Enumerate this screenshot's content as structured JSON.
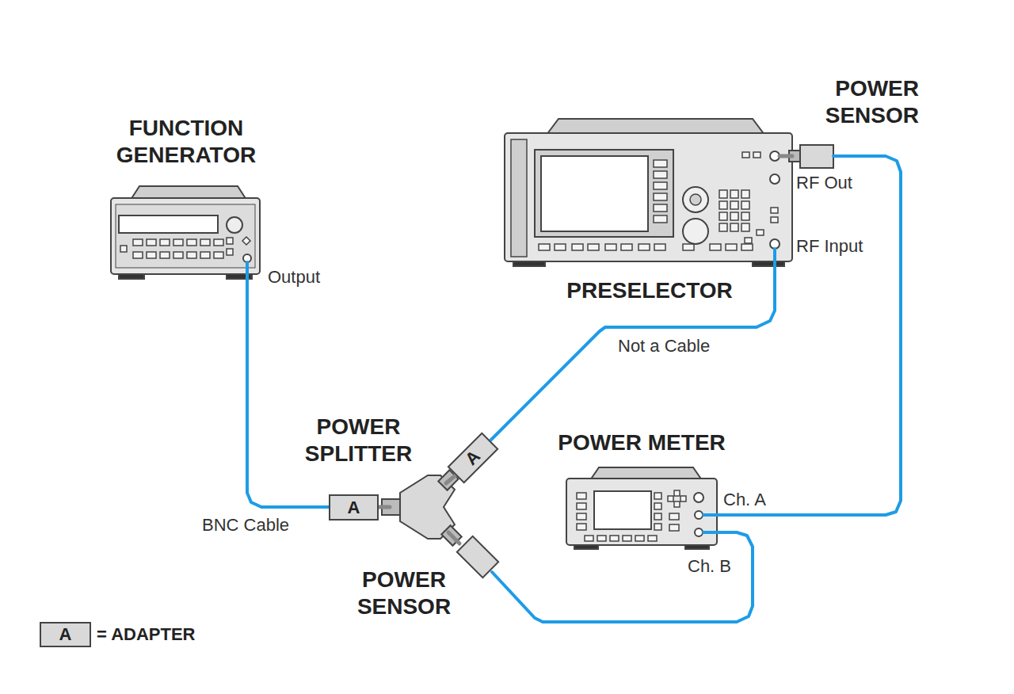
{
  "diagram": {
    "nodes": [
      {
        "text": [
          "FUNCTION GENERATOR"
        ]
      },
      {
        "text": [
          "PRESELECTOR"
        ]
      },
      {
        "text": [
          "POWER SENSOR"
        ]
      },
      {
        "text": [
          "POWER METER"
        ]
      },
      {
        "text": [
          "POWER SPLITTER"
        ]
      },
      {
        "text": [
          "POWER SENSOR"
        ]
      },
      {
        "text": [
          "A"
        ]
      },
      {
        "text": [
          "A"
        ]
      }
    ],
    "edges": [
      {
        "from": 0,
        "to": 6,
        "arrow": "none",
        "label": "BNC Cable"
      },
      {
        "from": 6,
        "to": 4,
        "arrow": "none"
      },
      {
        "from": 4,
        "to": 7,
        "arrow": "none"
      },
      {
        "from": 7,
        "to": 1,
        "arrow": "none",
        "label": "Not a Cable"
      },
      {
        "from": 1,
        "to": 2,
        "arrow": "none"
      },
      {
        "from": 2,
        "to": 3,
        "arrow": "none"
      },
      {
        "from": 4,
        "to": 5,
        "arrow": "none"
      },
      {
        "from": 5,
        "to": 3,
        "arrow": "none"
      }
    ],
    "labels": [
      "Output",
      "RF Out",
      "RF Input",
      "Ch. A",
      "Ch. B",
      "A"
    ],
    "legend": [
      {
        "text": "= ADAPTER"
      }
    ]
  }
}
